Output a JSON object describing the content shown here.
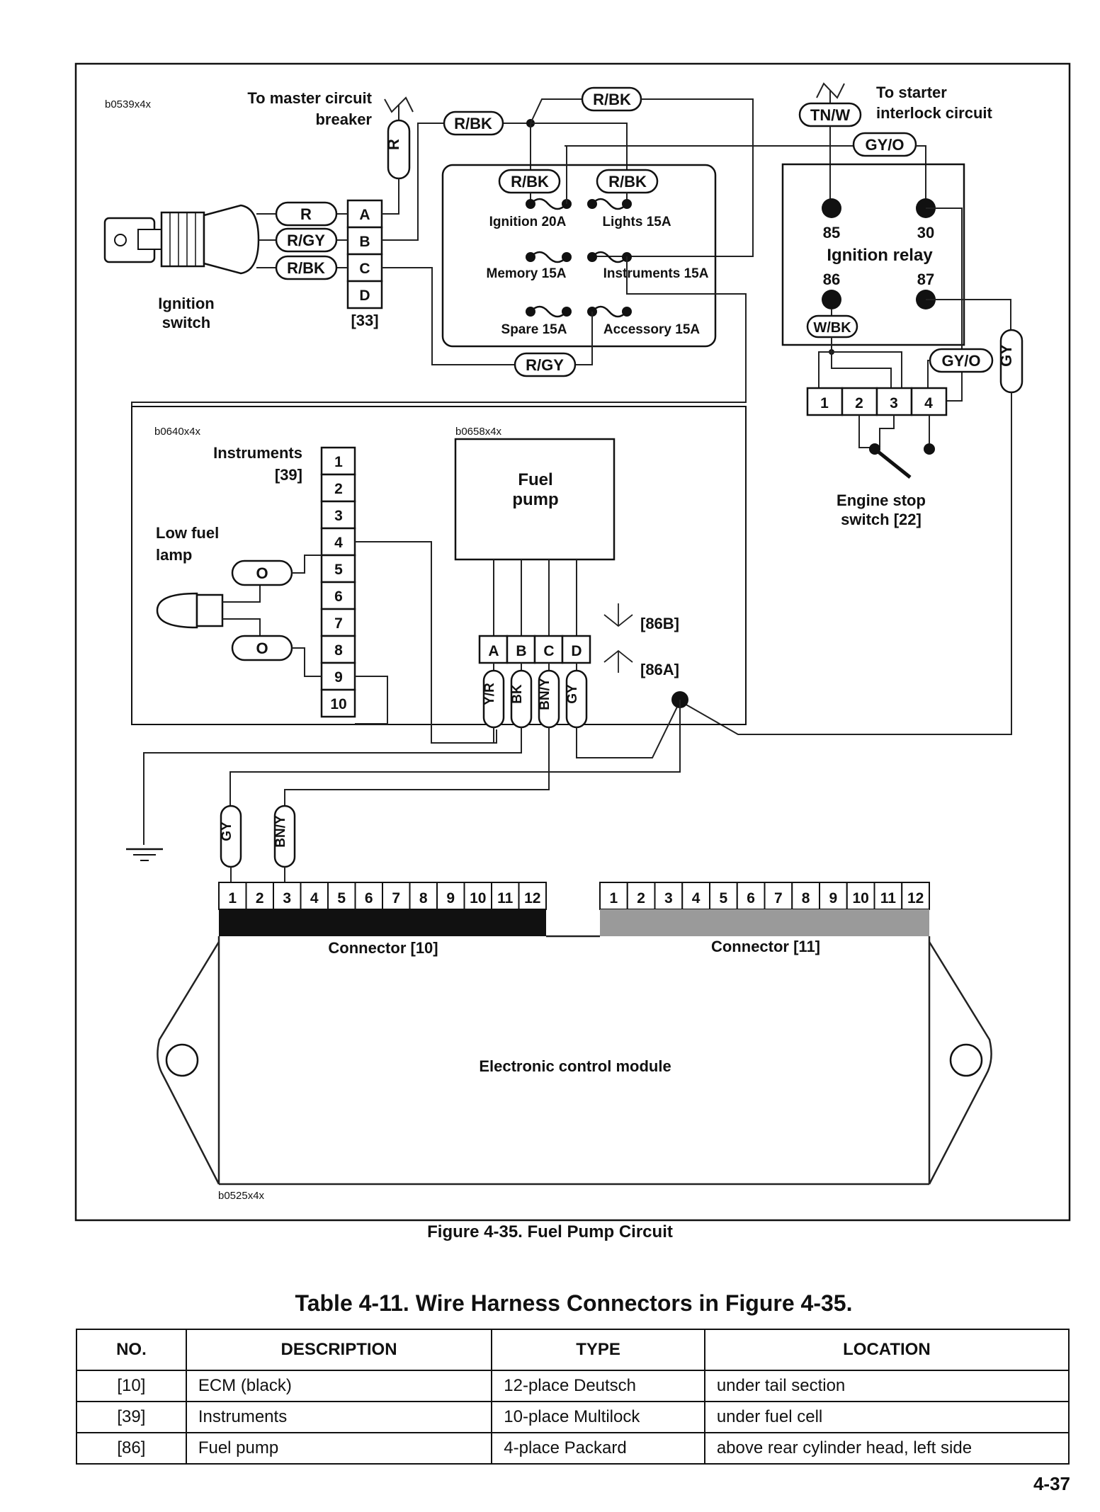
{
  "figure": {
    "codes": {
      "main": "b0539x4x",
      "instruments": "b0640x4x",
      "pump": "b0658x4x",
      "ecm": "b0525x4x"
    },
    "to_master_line1": "To master circuit",
    "to_master_line2": "breaker",
    "to_starter_line1": "To starter",
    "to_starter_line2": "interlock circuit",
    "ignition_switch_line1": "Ignition",
    "ignition_switch_line2": "switch",
    "ignition_connector_ref": "[33]",
    "ignition_pins": [
      "A",
      "B",
      "C",
      "D"
    ],
    "ignition_wires": [
      "R",
      "R/GY",
      "R/BK"
    ],
    "wire_labels": {
      "r_vertical": "R",
      "rbk_top": "R/BK",
      "rbk_top_right": "R/BK",
      "rbk_fuse1": "R/BK",
      "rbk_fuse2": "R/BK",
      "rgy_bottom": "R/GY",
      "tnw": "TN/W",
      "gyo_top": "GY/O",
      "wbk": "W/BK",
      "gyo_side": "GY/O",
      "gy_side": "GY"
    },
    "fuses": [
      {
        "label": "Ignition 20A"
      },
      {
        "label": "Lights 15A"
      },
      {
        "label": "Memory 15A"
      },
      {
        "label": "Instruments 15A"
      },
      {
        "label": "Spare 15A"
      },
      {
        "label": "Accessory 15A"
      }
    ],
    "relay": {
      "title": "Ignition relay",
      "pins": [
        "85",
        "30",
        "86",
        "87"
      ]
    },
    "stop_switch": {
      "pins": [
        "1",
        "2",
        "3",
        "4"
      ],
      "line1": "Engine stop",
      "line2": "switch [22]"
    },
    "instruments": {
      "line1": "Instruments",
      "line2": "[39]",
      "lamp_line1": "Low fuel",
      "lamp_line2": "lamp",
      "pins": [
        "1",
        "2",
        "3",
        "4",
        "5",
        "6",
        "7",
        "8",
        "9",
        "10"
      ],
      "lamp_wires": [
        "O",
        "O"
      ]
    },
    "fuel_pump": {
      "line1": "Fuel",
      "line2": "pump",
      "pins": [
        "A",
        "B",
        "C",
        "D"
      ],
      "wires": [
        "Y/R",
        "BK",
        "BN/Y",
        "GY"
      ],
      "ref_b": "[86B]",
      "ref_a": "[86A]"
    },
    "ecm": {
      "title": "Electronic control module",
      "connector10": "Connector [10]",
      "connector11": "Connector [11]",
      "pins10": [
        "1",
        "2",
        "3",
        "4",
        "5",
        "6",
        "7",
        "8",
        "9",
        "10",
        "11",
        "12"
      ],
      "pins11": [
        "1",
        "2",
        "3",
        "4",
        "5",
        "6",
        "7",
        "8",
        "9",
        "10",
        "11",
        "12"
      ],
      "wire1": "GY",
      "wire3": "BN/Y"
    },
    "caption": "Figure 4-35. Fuel Pump Circuit"
  },
  "table": {
    "title": "Table 4-11. Wire Harness Connectors in Figure 4-35.",
    "headers": [
      "NO.",
      "DESCRIPTION",
      "TYPE",
      "LOCATION"
    ],
    "rows": [
      [
        "[10]",
        "ECM (black)",
        "12-place Deutsch",
        "under tail section"
      ],
      [
        "[39]",
        "Instruments",
        "10-place Multilock",
        "under fuel cell"
      ],
      [
        "[86]",
        "Fuel pump",
        "4-place Packard",
        "above rear cylinder head, left side"
      ]
    ]
  },
  "page_number": "4-37"
}
